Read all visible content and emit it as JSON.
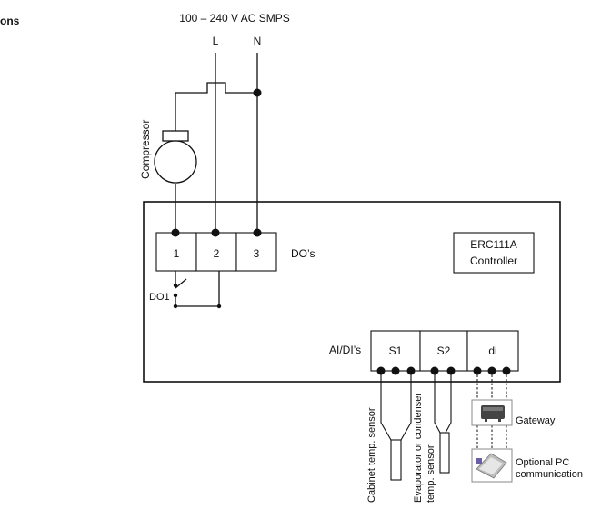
{
  "header": {
    "partial_title": "ons"
  },
  "power": {
    "label": "100 – 240 V AC SMPS",
    "line": "L",
    "neutral": "N"
  },
  "compressor": {
    "label": "Compressor"
  },
  "terminals": {
    "t1": "1",
    "t2": "2",
    "t3": "3",
    "do_label": "DO’s",
    "relay_label": "DO1"
  },
  "controller": {
    "line1": "ERC111A",
    "line2": "Controller"
  },
  "inputs": {
    "group_label": "AI/DI’s",
    "s1": "S1",
    "s2": "S2",
    "di": "di"
  },
  "sensors": {
    "cabinet": "Cabinet temp. sensor",
    "evap_line1": "Evaporator or condenser",
    "evap_line2": "temp. sensor"
  },
  "accessories": {
    "gateway": "Gateway",
    "pc_line1": "Optional PC",
    "pc_line2": "communication"
  }
}
